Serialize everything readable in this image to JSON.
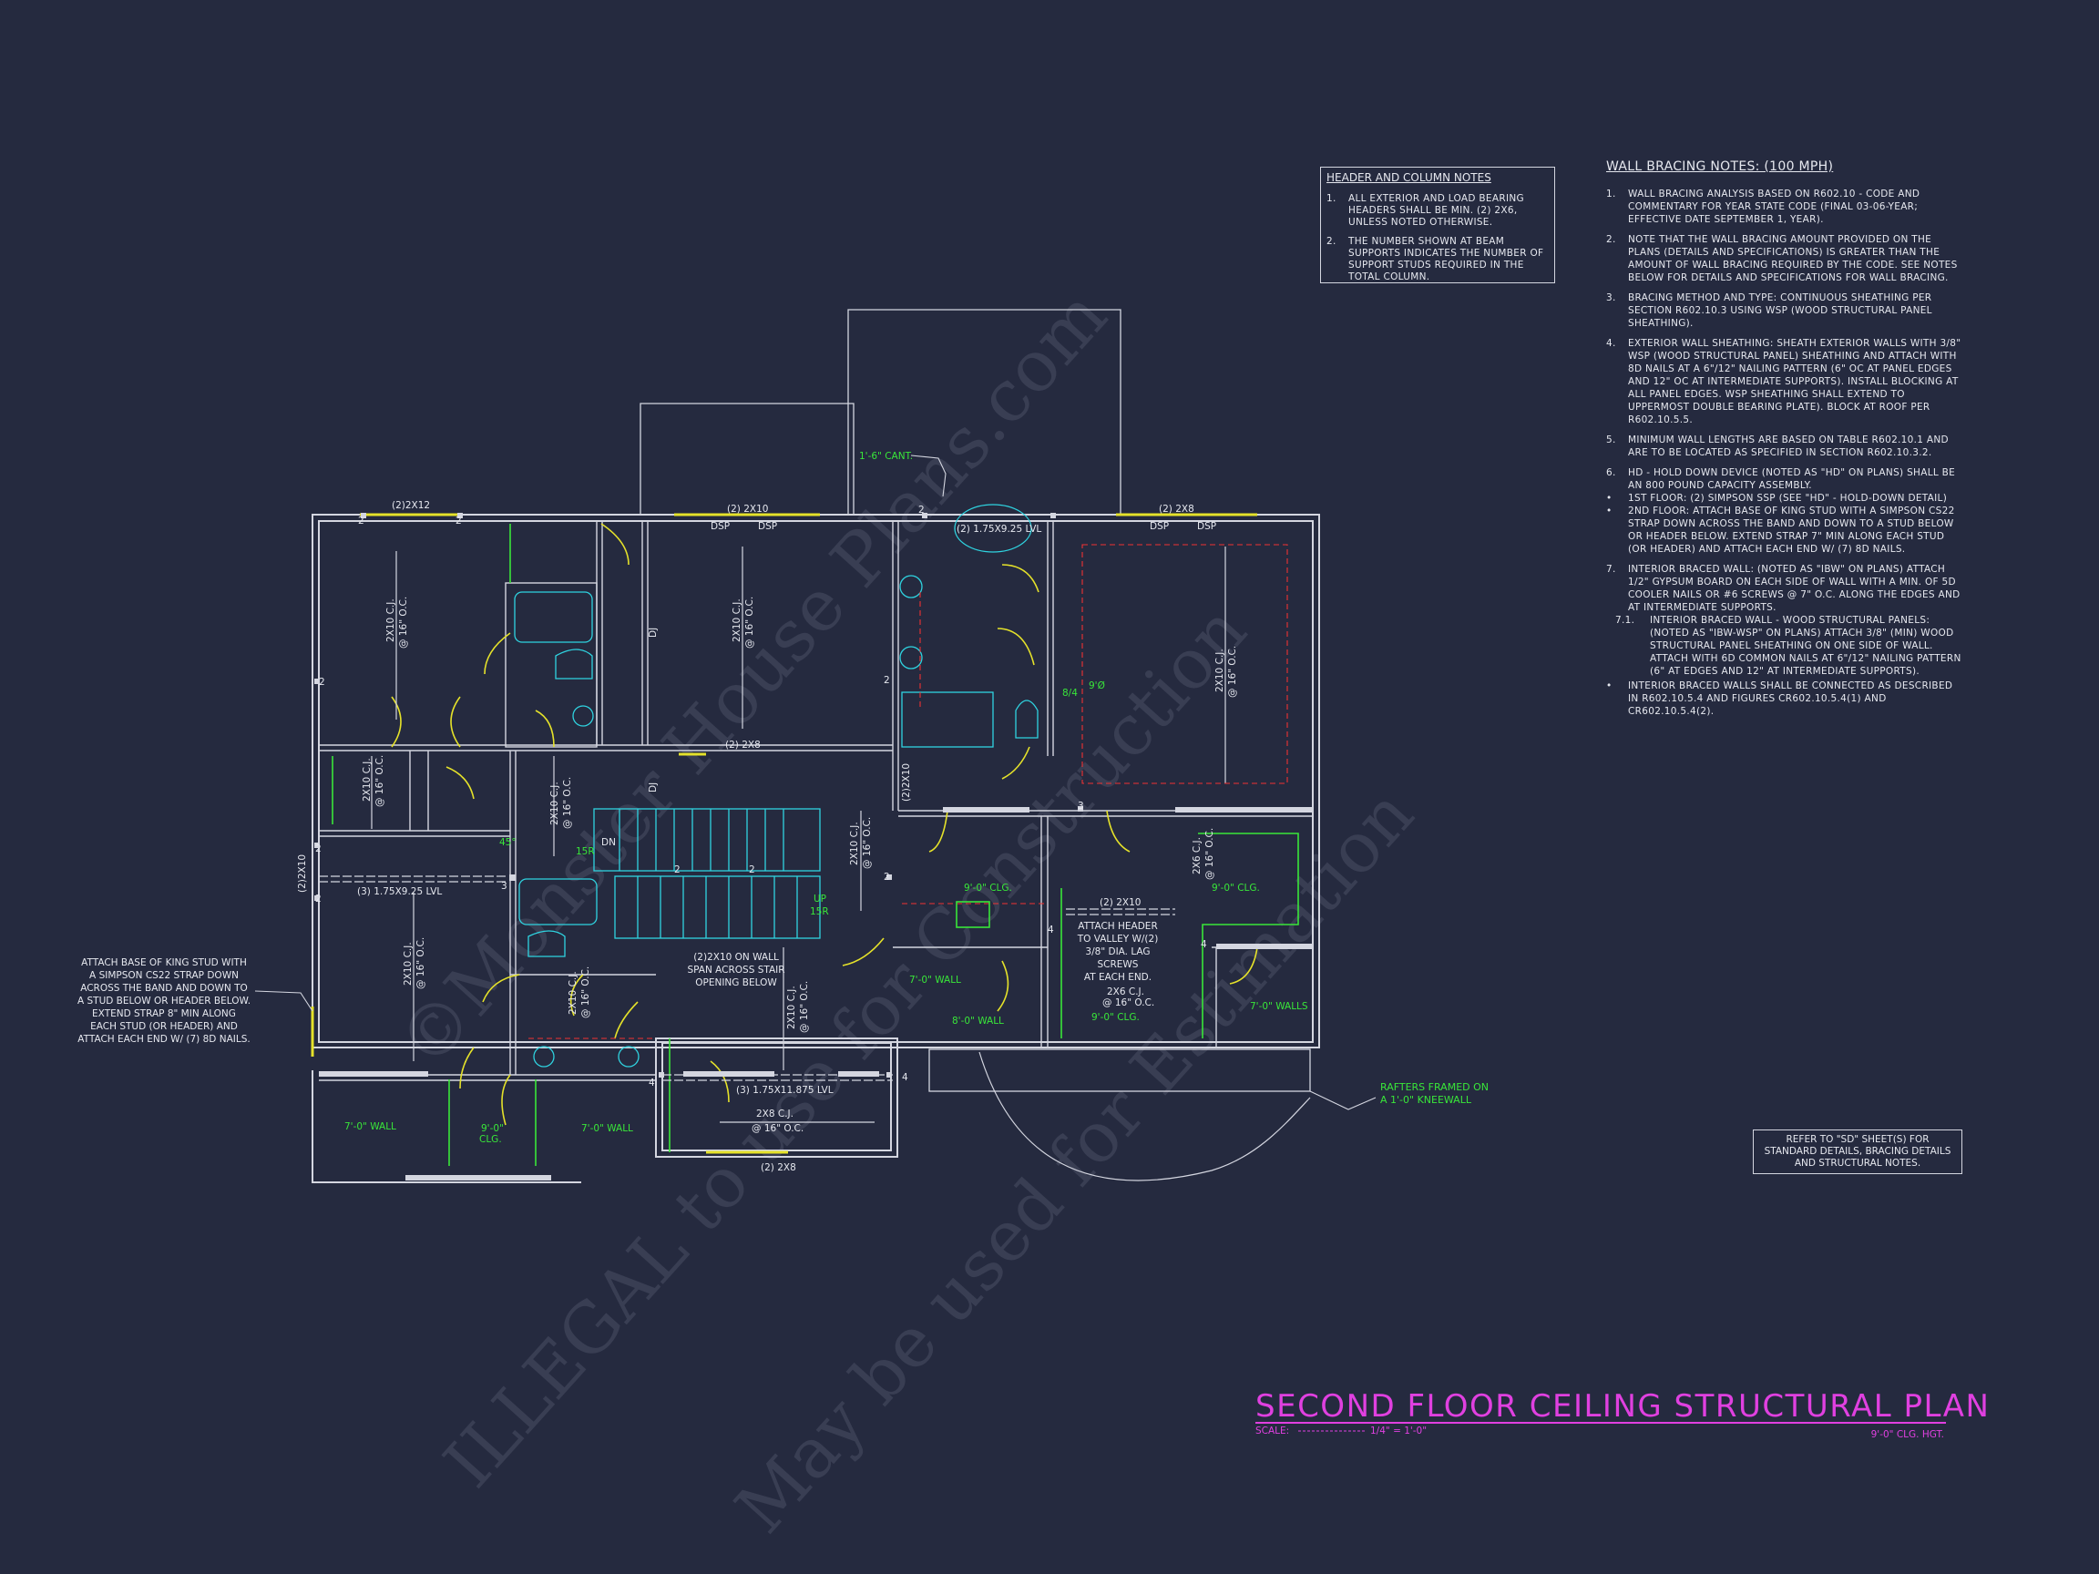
{
  "title": "SECOND FLOOR CEILING STRUCTURAL PLAN",
  "scale_label": "SCALE:",
  "scale_value": "1/4\" = 1'-0\"",
  "ceiling_height": "9'-0\" CLG. HGT.",
  "header_notes": {
    "heading": "HEADER AND COLUMN NOTES",
    "items": [
      {
        "num": "1.",
        "text": "ALL EXTERIOR AND LOAD BEARING HEADERS SHALL BE MIN. (2) 2x6, UNLESS NOTED OTHERWISE."
      },
      {
        "num": "2.",
        "text": "THE NUMBER SHOWN AT BEAM SUPPORTS INDICATES THE NUMBER OF SUPPORT STUDS REQUIRED IN THE TOTAL COLUMN."
      }
    ]
  },
  "wall_bracing": {
    "heading": "WALL BRACING NOTES: (100 MPH)",
    "items": [
      {
        "num": "1.",
        "text": "WALL BRACING ANALYSIS BASED ON R602.10 - CODE AND COMMENTARY FOR YEAR STATE CODE (FINAL 03-06-YEAR; EFFECTIVE DATE SEPTEMBER 1, YEAR)."
      },
      {
        "num": "2.",
        "text": "NOTE THAT THE WALL BRACING AMOUNT PROVIDED ON THE PLANS (DETAILS AND SPECIFICATIONS) IS GREATER THAN THE AMOUNT OF WALL BRACING REQUIRED BY THE CODE. SEE NOTES BELOW FOR DETAILS AND SPECIFICATIONS FOR WALL BRACING."
      },
      {
        "num": "3.",
        "text": "BRACING METHOD AND TYPE: CONTINUOUS SHEATHING PER SECTION R602.10.3 USING WSP (WOOD STRUCTURAL PANEL SHEATHING)."
      },
      {
        "num": "4.",
        "text": "EXTERIOR WALL SHEATHING: SHEATH EXTERIOR WALLS WITH 3/8\" WSP (WOOD STRUCTURAL PANEL) SHEATHING AND ATTACH WITH 8d NAILS AT A 6\"/12\" NAILING PATTERN (6\" OC AT PANEL EDGES AND 12\" OC AT INTERMEDIATE SUPPORTS). INSTALL BLOCKING AT ALL PANEL EDGES. WSP SHEATHING SHALL EXTEND TO UPPERMOST DOUBLE BEARING PLATE). BLOCK AT ROOF PER R602.10.5.5."
      },
      {
        "num": "5.",
        "text": "MINIMUM WALL LENGTHS ARE BASED ON TABLE R602.10.1 AND ARE TO BE LOCATED AS SPECIFIED IN SECTION R602.10.3.2."
      },
      {
        "num": "6.",
        "text": "HD - HOLD DOWN DEVICE (NOTED AS \"HD\" ON PLANS) SHALL BE AN 800 POUND CAPACITY ASSEMBLY."
      },
      {
        "num": "•",
        "text": "1ST FLOOR: (2) SIMPSON SSP (SEE \"HD\" - HOLD-DOWN DETAIL)"
      },
      {
        "num": "•",
        "text": "2ND FLOOR: ATTACH BASE OF KING STUD WITH A SIMPSON CS22 STRAP DOWN ACROSS THE BAND AND DOWN TO A STUD BELOW OR HEADER BELOW. EXTEND STRAP 7\" MIN ALONG EACH STUD (OR HEADER) AND ATTACH EACH END W/ (7) 8d NAILS."
      },
      {
        "num": "7.",
        "text": "INTERIOR BRACED WALL: (NOTED AS \"IBW\" ON PLANS) ATTACH 1/2\" GYPSUM BOARD ON EACH SIDE OF WALL WITH A MIN. OF 5d COOLER NAILS OR #6 SCREWS @ 7\" O.C. ALONG THE EDGES AND AT INTERMEDIATE SUPPORTS."
      },
      {
        "num": "7.1.",
        "text": "INTERIOR BRACED WALL - WOOD STRUCTURAL PANELS: (NOTED AS \"IBW-WSP\" ON PLANS) ATTACH 3/8\" (MIN) WOOD STRUCTURAL PANEL SHEATHING ON ONE SIDE OF WALL. ATTACH WITH 6d COMMON NAILS AT 6\"/12\" NAILING PATTERN (6\" AT EDGES AND 12\" AT INTERMEDIATE SUPPORTS)."
      },
      {
        "num": "•",
        "text": "INTERIOR BRACED WALLS SHALL BE CONNECTED AS DESCRIBED IN R602.10.5.4 AND FIGURES CR602.10.5.4(1) AND CR602.10.5.4(2)."
      }
    ]
  },
  "refer_note": "REFER TO \"SD\" SHEET(S) FOR STANDARD DETAILS, BRACING DETAILS AND STRUCTURAL NOTES.",
  "strap_note": [
    "ATTACH BASE OF KING STUD WITH",
    "A SIMPSON CS22 STRAP DOWN",
    "ACROSS THE BAND AND DOWN TO",
    "A STUD BELOW OR HEADER BELOW.",
    "EXTEND STRAP 8\" MIN ALONG",
    "EACH STUD (OR HEADER) AND",
    "ATTACH EACH END W/ (7) 8d NAILS."
  ],
  "header_valley_note": [
    "ATTACH HEADER",
    "TO VALLEY w/(2)",
    "3/8\" DIA. LAG",
    "SCREWS",
    "AT EACH END."
  ],
  "stair_note": [
    "(2)2X10 ON WALL",
    "SPAN ACROSS STAIR",
    "OPENING BELOW"
  ],
  "rafters_note": [
    "RAFTERS FRAMED ON",
    "A 1'-0\" KNEEWALL"
  ],
  "labels": {
    "h_2x12": "(2)2X12",
    "h_2x10_top": "(2) 2x10",
    "h_2x8_top": "(2) 2x8",
    "h_2x8_mid": "(2) 2x8",
    "h_2x8_bot": "(2) 2x8",
    "h_2x10_right": "(2) 2x10",
    "lvl_top": "(2) 1.75x9.25 LVL",
    "lvl_left": "(3) 1.75x9.25 LVL",
    "lvl_bot": "(3) 1.75x11.875 LVL",
    "dsp": "DSP",
    "cant": "1'-6\" CANT.",
    "cj_2x10_16": "2x10 C.J.",
    "at_16": "@ 16\" O.C.",
    "cj_2x6": "2x6 C.J.",
    "cj_2x8": "2x8 C.J.",
    "two_2x10_v": "(2)2X10",
    "dj": "DJ",
    "dn": "DN",
    "dn_r": "15R",
    "up": "UP",
    "up_r": "15R",
    "deg45": "45°",
    "clg90": "9'-0\" CLG.",
    "wall80": "8'-0\" WALL",
    "wall70": "7'-0\" WALL",
    "walls70": "7'-0\" WALLS",
    "clg_short": "9'-0\"",
    "clg_word": "CLG.",
    "n8_4": "8/4",
    "n9_0": "9'Ø",
    "post2": "2",
    "post3": "3",
    "post4": "4"
  },
  "watermark": [
    "©Monster House Plans.com",
    "ILLEGAL to use for Construction",
    "May be used for Estimation"
  ]
}
